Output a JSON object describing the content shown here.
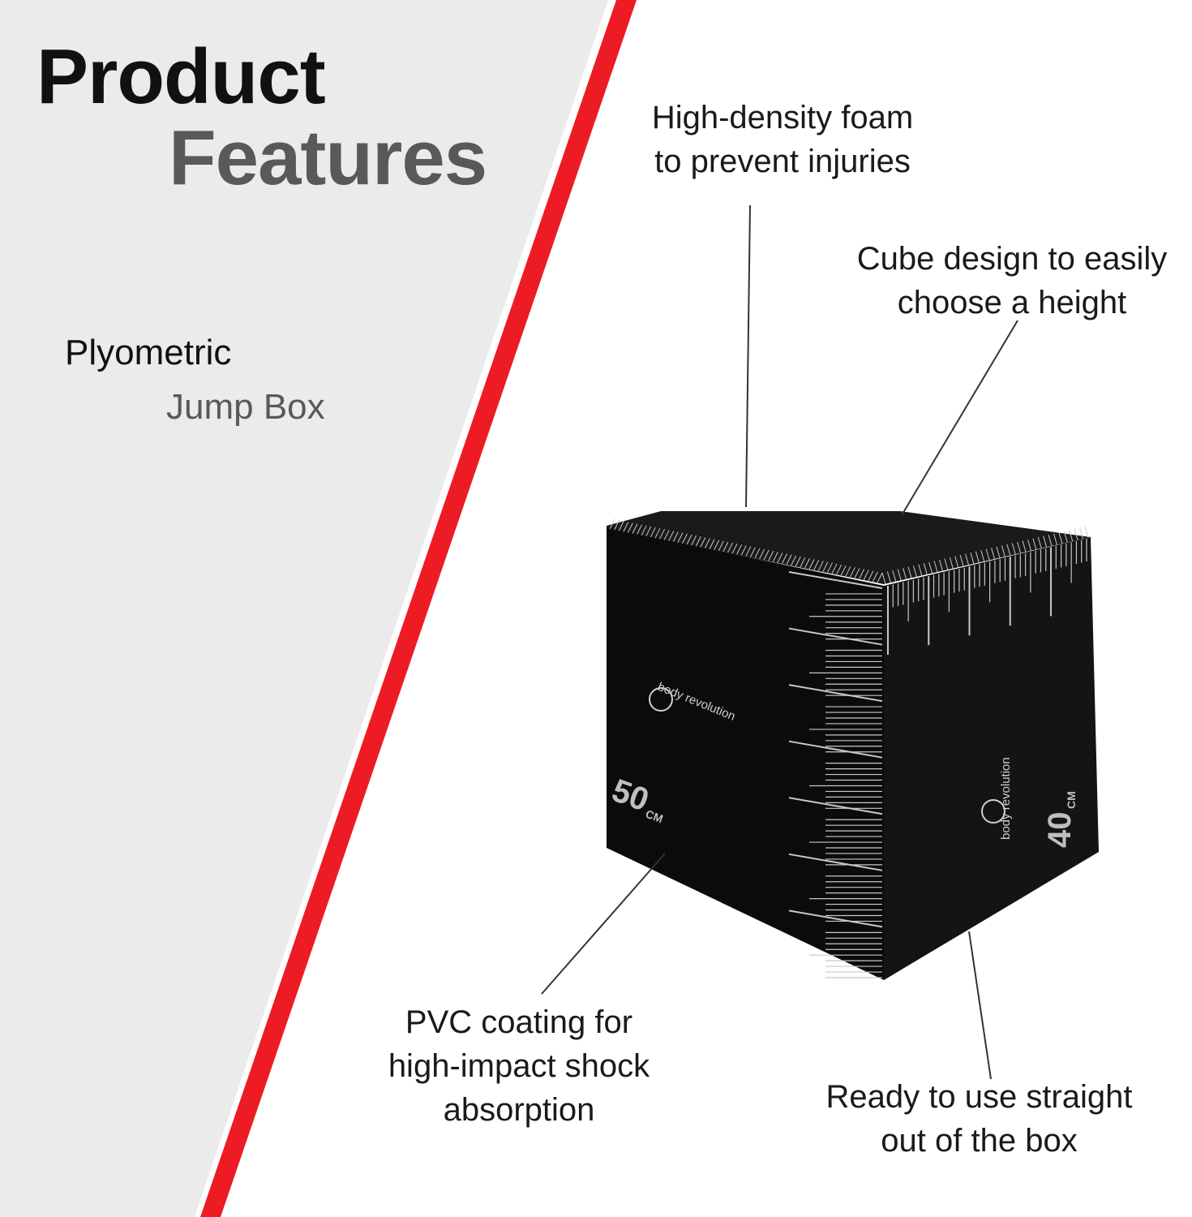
{
  "colors": {
    "left_panel": "#ebebeb",
    "accent_stripe": "#ed1c24",
    "title_dark": "#111111",
    "title_grey": "#595959",
    "box": "#0d0d0d"
  },
  "title": {
    "line1": "Product",
    "line2": "Features"
  },
  "subtitle": {
    "line1": "Plyometric",
    "line2": "Jump Box"
  },
  "callouts": [
    {
      "lines": [
        "High-density foam",
        "to prevent injuries"
      ]
    },
    {
      "lines": [
        "Cube design to easily",
        "choose a height"
      ]
    },
    {
      "lines": [
        "PVC coating for",
        "high-impact shock",
        "absorption"
      ]
    },
    {
      "lines": [
        "Ready to use straight",
        "out of the box"
      ]
    }
  ],
  "box": {
    "brand": "body revolution",
    "front_label": "50",
    "side_label": "40",
    "unit": "CM"
  }
}
